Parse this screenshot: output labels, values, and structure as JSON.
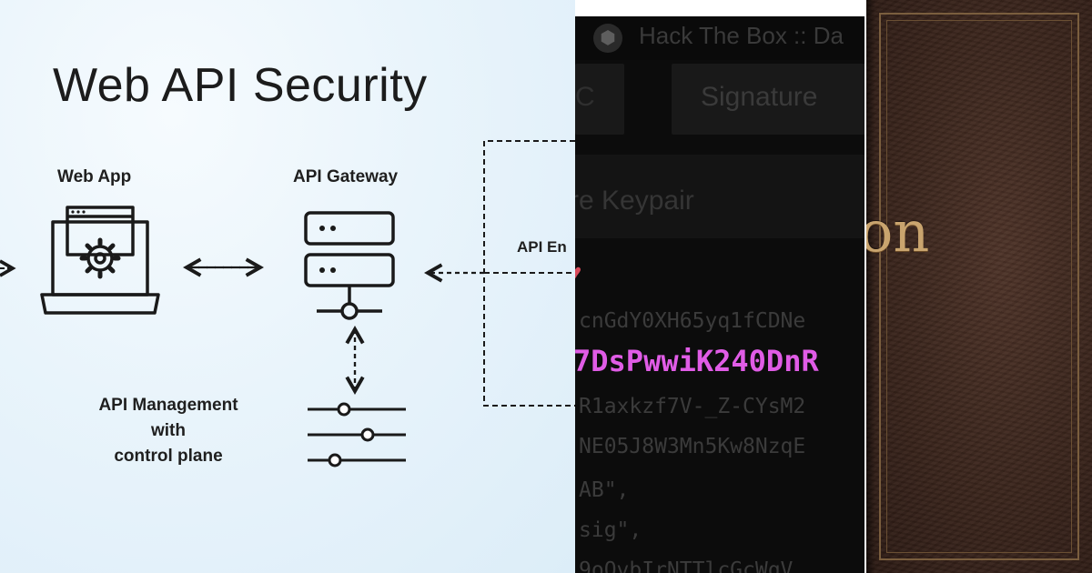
{
  "diagram": {
    "title": "Web API Security",
    "nodes": {
      "web_app": "Web App",
      "api_gateway": "API Gateway",
      "api_endpoint_partial": "API En"
    },
    "management_label_lines": [
      "API Management",
      "with",
      "control plane"
    ],
    "icons": [
      "laptop-gear-icon",
      "server-icon",
      "sliders-icon"
    ]
  },
  "terminal": {
    "tab_title": "Hack The Box :: Da",
    "favicon_icon": "htb-cube-icon",
    "buttons": {
      "left_glyph": "C",
      "signature": "Signature"
    },
    "section_heading": "re Keypair",
    "heart_icon": "♥",
    "code_lines": [
      "cnGdY0XH65yq1fCDNe",
      "7DsPwwiK240DnR",
      "R1axkzf7V-_Z-CYsM2",
      "NE05J8W3Mn5Kw8NzqE",
      "AB\",",
      "sig\",",
      "9oQvbIrNTTlcGcWqV"
    ],
    "highlight_color": "#e05ce6"
  },
  "book": {
    "title_partial": "on",
    "gold_color": "#c9a46e"
  }
}
